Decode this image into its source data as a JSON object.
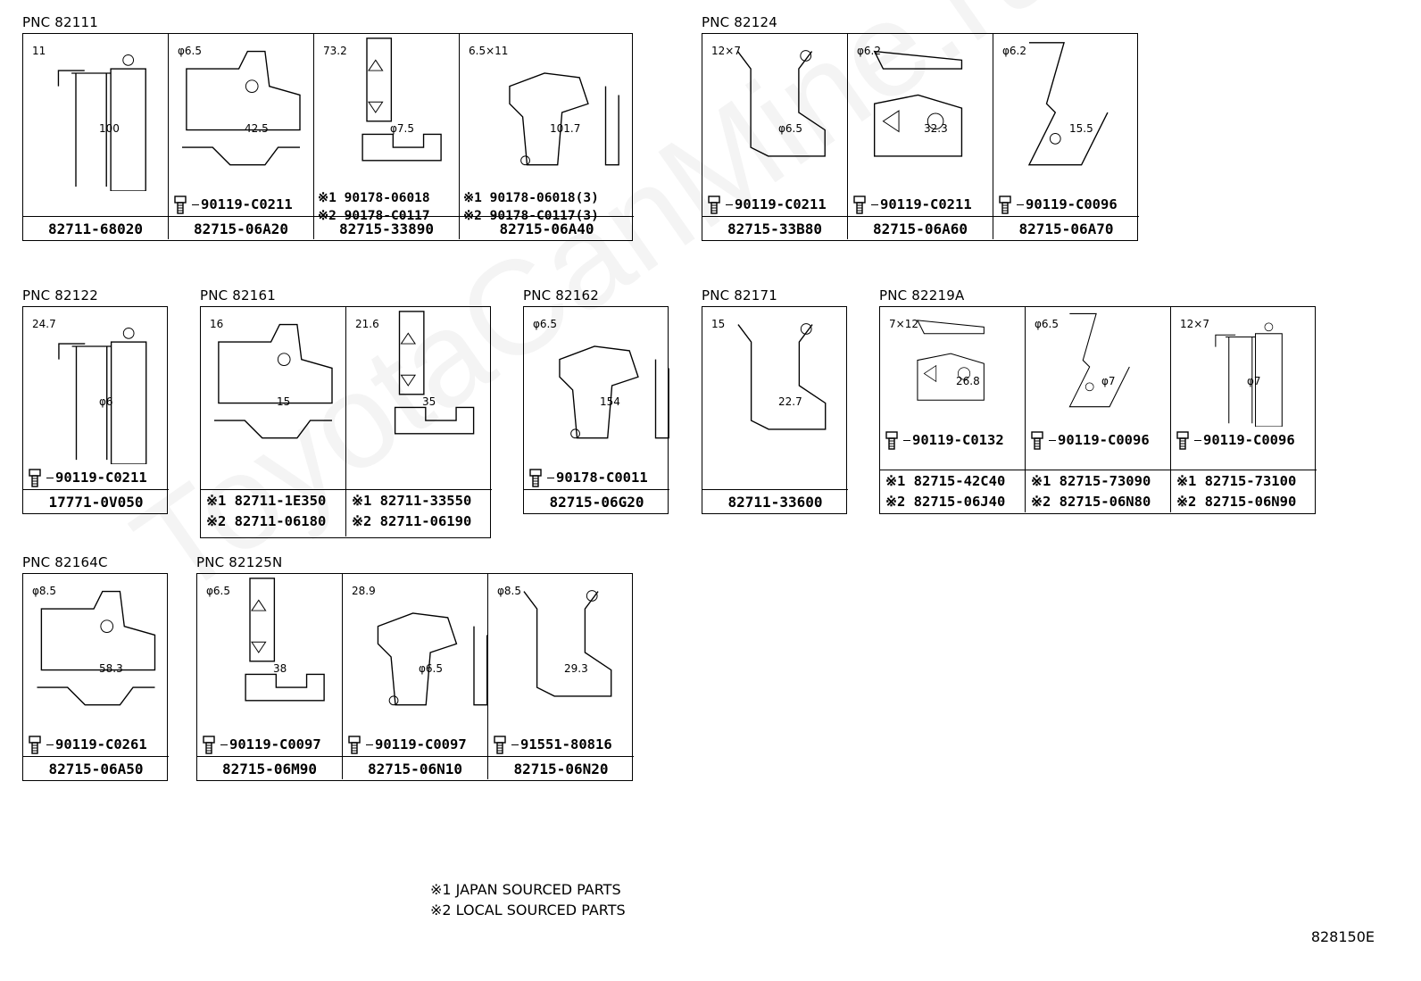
{
  "watermark": "ToyotaCanMine.ru",
  "groups": [
    {
      "pnc": "PNC 82111",
      "cells": [
        {
          "parts": [
            "82711-68020"
          ],
          "fastener": "",
          "dims": [
            "11",
            "100"
          ]
        },
        {
          "parts": [
            "82715-06A20"
          ],
          "fastener": "90119-C0211",
          "dims": [
            "φ6.5",
            "42.5"
          ]
        },
        {
          "parts": [
            "82715-33890"
          ],
          "fastener_lines": [
            "※1 90178-06018",
            "※2 90178-C0117"
          ],
          "dims": [
            "73.2",
            "φ7.5"
          ]
        },
        {
          "parts": [
            "82715-06A40"
          ],
          "fastener_lines": [
            "※1 90178-06018(3)",
            "※2 90178-C0117(3)"
          ],
          "dims": [
            "6.5×11",
            "101.7"
          ]
        }
      ]
    },
    {
      "pnc": "PNC 82124",
      "cells": [
        {
          "parts": [
            "82715-33B80"
          ],
          "fastener": "90119-C0211",
          "dims": [
            "12×7",
            "φ6.5"
          ]
        },
        {
          "parts": [
            "82715-06A60"
          ],
          "fastener": "90119-C0211",
          "dims": [
            "φ6.2",
            "32.3"
          ]
        },
        {
          "parts": [
            "82715-06A70"
          ],
          "fastener": "90119-C0096",
          "dims": [
            "φ6.2",
            "15.5"
          ]
        }
      ]
    },
    {
      "pnc": "PNC 82122",
      "cells": [
        {
          "parts": [
            "17771-0V050"
          ],
          "fastener": "90119-C0211",
          "dims": [
            "24.7",
            "φ6"
          ]
        }
      ]
    },
    {
      "pnc": "PNC 82161",
      "cells": [
        {
          "parts": [
            "※1  82711-1E350",
            "※2  82711-06180"
          ],
          "fastener": "",
          "dims": [
            "16",
            "15"
          ]
        },
        {
          "parts": [
            "※1  82711-33550",
            "※2  82711-06190"
          ],
          "fastener": "",
          "dims": [
            "21.6",
            "35"
          ]
        }
      ]
    },
    {
      "pnc": "PNC 82162",
      "cells": [
        {
          "parts": [
            "82715-06G20"
          ],
          "fastener": "90178-C0011",
          "dims": [
            "φ6.5",
            "154"
          ]
        }
      ]
    },
    {
      "pnc": "PNC 82171",
      "cells": [
        {
          "parts": [
            "82711-33600"
          ],
          "fastener": "",
          "dims": [
            "15",
            "22.7"
          ]
        }
      ]
    },
    {
      "pnc": "PNC 82219A",
      "cells": [
        {
          "parts": [
            "※1  82715-42C40",
            "※2  82715-06J40"
          ],
          "fastener": "90119-C0132",
          "dims": [
            "7×12",
            "26.8"
          ]
        },
        {
          "parts": [
            "※1  82715-73090",
            "※2  82715-06N80"
          ],
          "fastener": "90119-C0096",
          "dims": [
            "φ6.5",
            "φ7"
          ]
        },
        {
          "parts": [
            "※1  82715-73100",
            "※2  82715-06N90"
          ],
          "fastener": "90119-C0096",
          "dims": [
            "12×7",
            "φ7"
          ]
        }
      ]
    },
    {
      "pnc": "PNC 82164C",
      "cells": [
        {
          "parts": [
            "82715-06A50"
          ],
          "fastener": "90119-C0261",
          "dims": [
            "φ8.5",
            "58.3"
          ]
        }
      ]
    },
    {
      "pnc": "PNC 82125N",
      "cells": [
        {
          "parts": [
            "82715-06M90"
          ],
          "fastener": "90119-C0097",
          "dims": [
            "φ6.5",
            "38"
          ]
        },
        {
          "parts": [
            "82715-06N10"
          ],
          "fastener": "90119-C0097",
          "dims": [
            "28.9",
            "φ6.5"
          ]
        },
        {
          "parts": [
            "82715-06N20"
          ],
          "fastener": "91551-80816",
          "dims": [
            "φ8.5",
            "29.3"
          ]
        }
      ]
    }
  ],
  "footnotes": [
    "※1 JAPAN SOURCED PARTS",
    "※2 LOCAL SOURCED PARTS"
  ],
  "drawing_id": "828150E"
}
